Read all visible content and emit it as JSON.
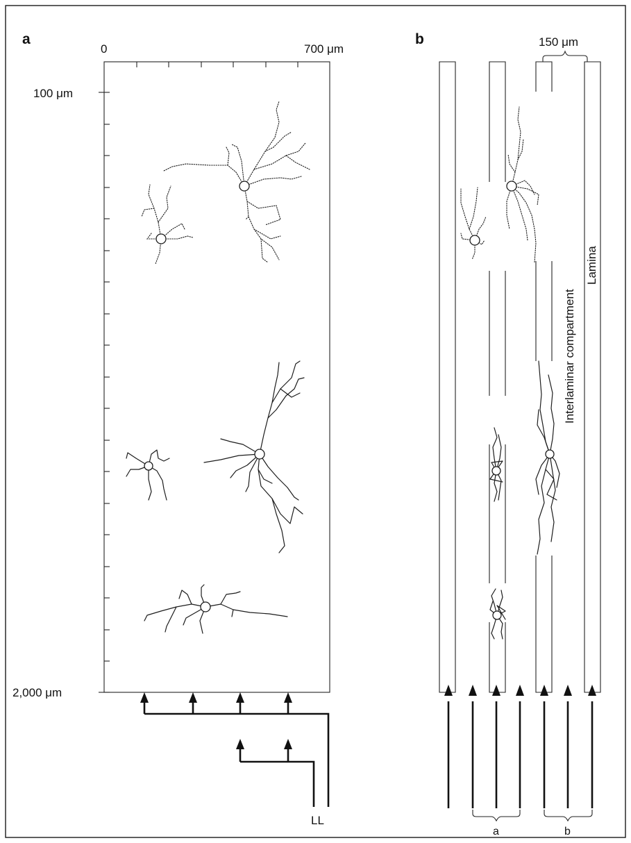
{
  "panel_a": {
    "letter": "a",
    "top_axis": {
      "start_label": "0",
      "end_label": "700 μm"
    },
    "left_axis": {
      "top_label": "100 μm",
      "bottom_label": "2,000 μm"
    },
    "afferent_label": "LL"
  },
  "panel_b": {
    "letter": "b",
    "scale_label": "150 μm",
    "rotated_labels": {
      "interlaminar": "Interlaminar compartment",
      "lamina": "Lamina"
    },
    "brace_labels": {
      "a": "a",
      "b": "b"
    }
  }
}
